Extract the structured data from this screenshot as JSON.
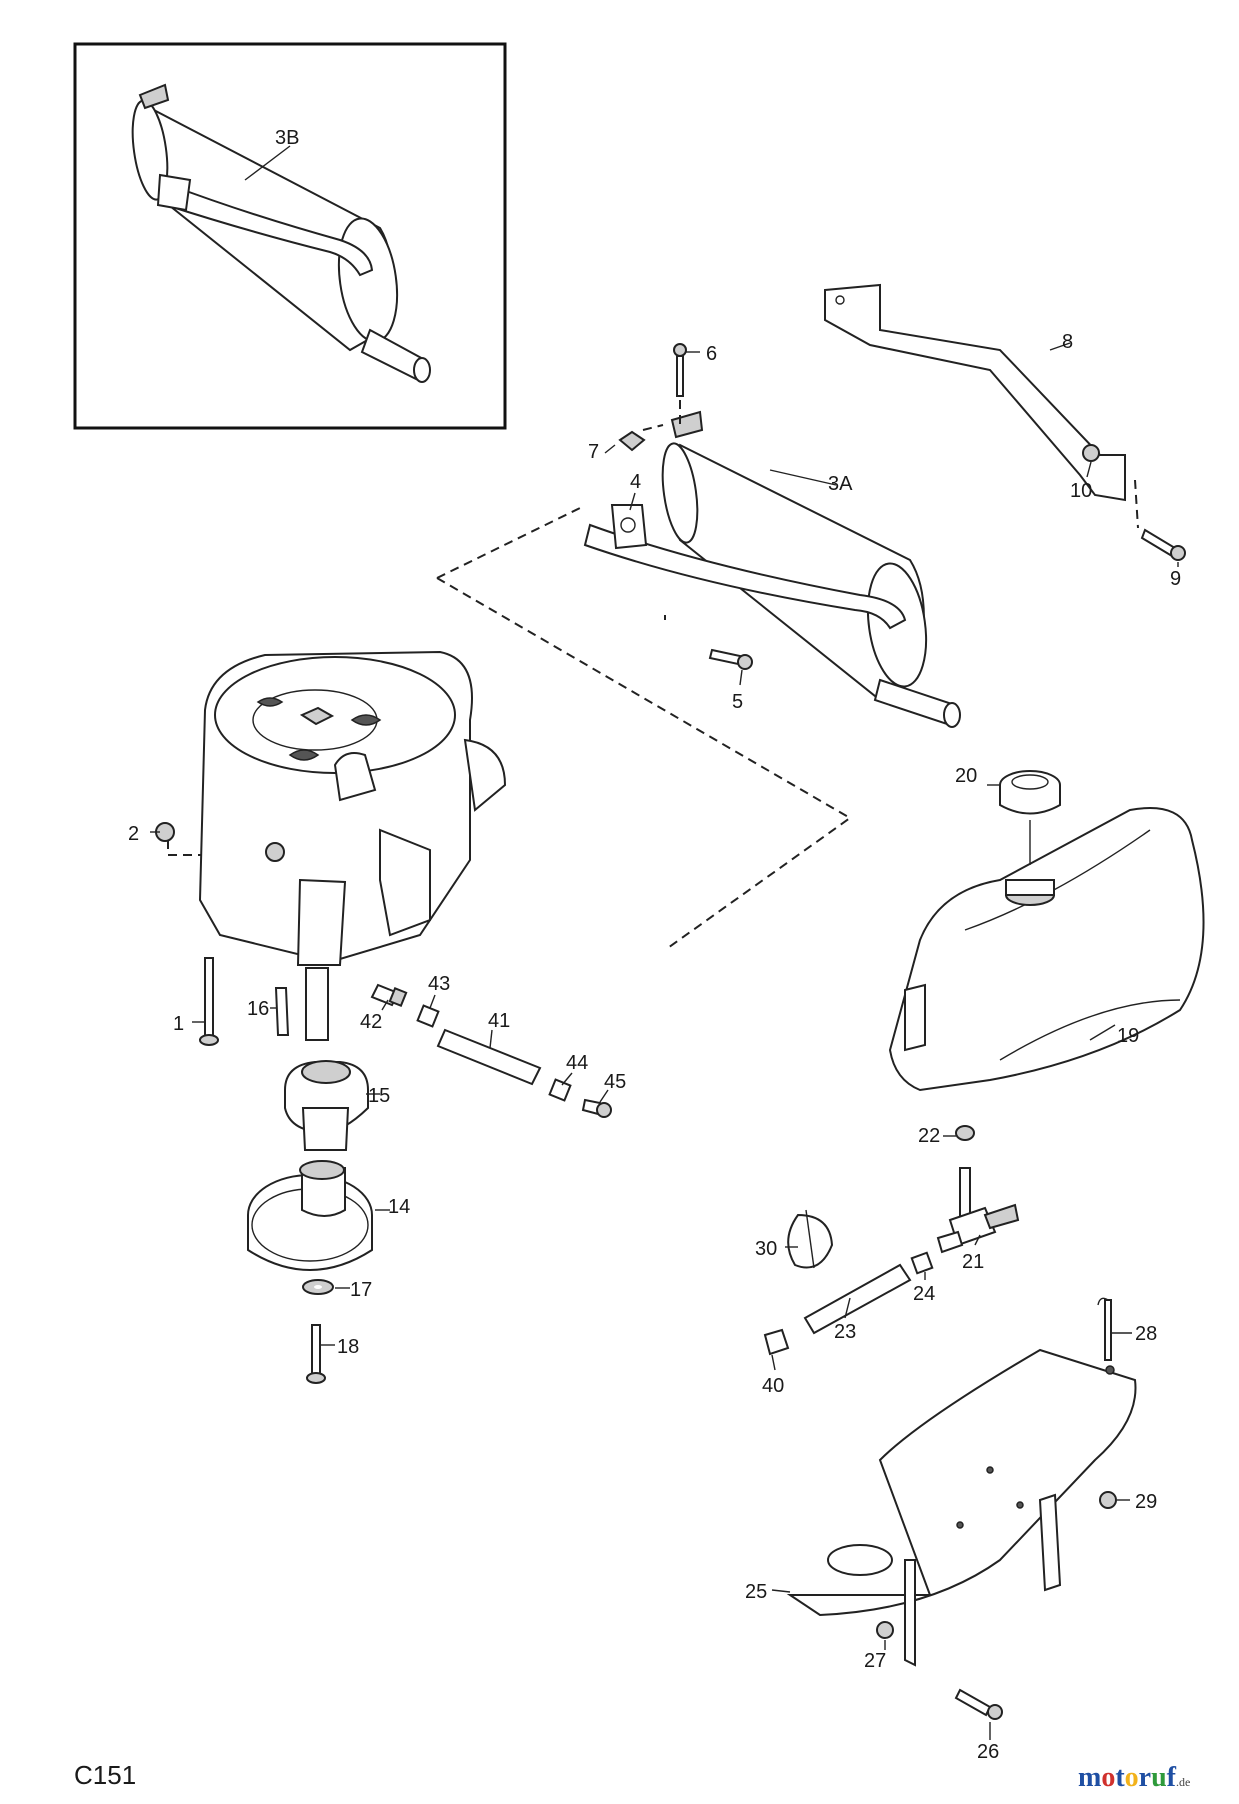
{
  "diagram": {
    "page_code": "C151",
    "brand_logo": "motoruf.de",
    "parts": [
      "3B",
      "3A",
      "4",
      "5",
      "6",
      "7",
      "8",
      "9",
      "10",
      "2",
      "1",
      "16",
      "15",
      "14",
      "17",
      "18",
      "42",
      "43",
      "41",
      "44",
      "45",
      "20",
      "19",
      "22",
      "21",
      "24",
      "30",
      "23",
      "40",
      "28",
      "29",
      "25",
      "27",
      "26"
    ]
  }
}
